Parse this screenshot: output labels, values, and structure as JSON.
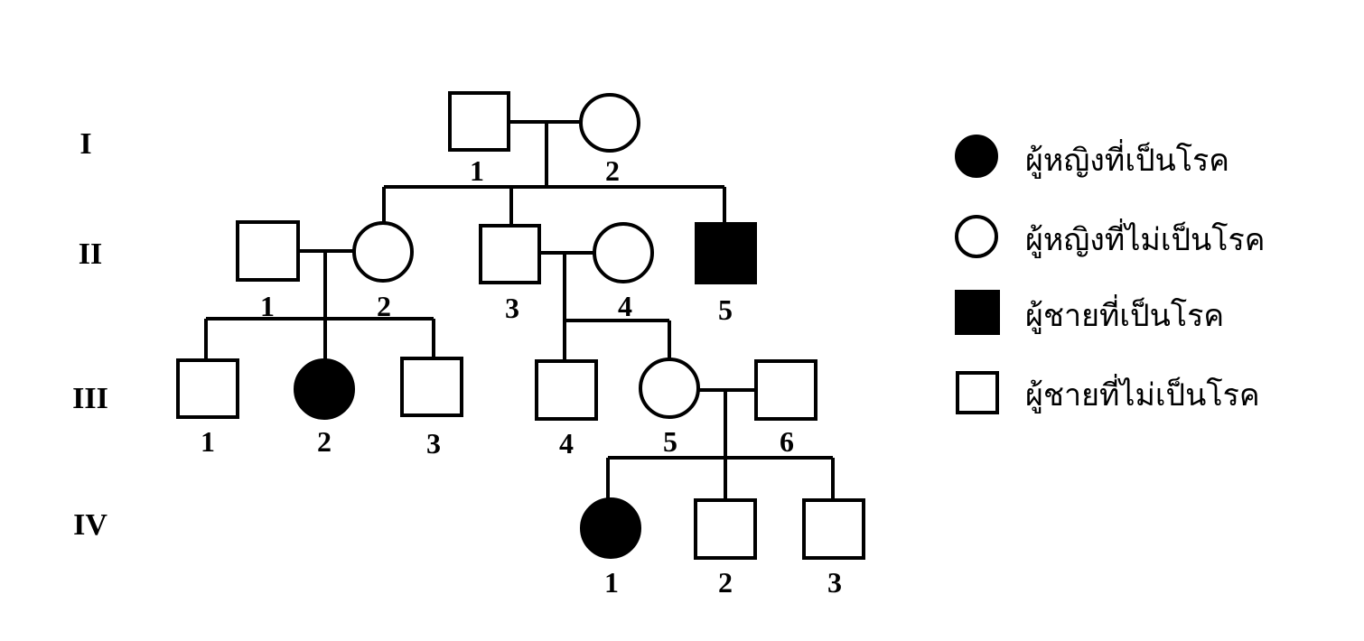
{
  "generations": [
    "I",
    "II",
    "III",
    "IV"
  ],
  "individuals": {
    "I": [
      {
        "n": "1",
        "sex": "male",
        "affected": false
      },
      {
        "n": "2",
        "sex": "female",
        "affected": false
      }
    ],
    "II": [
      {
        "n": "1",
        "sex": "male",
        "affected": false
      },
      {
        "n": "2",
        "sex": "female",
        "affected": false
      },
      {
        "n": "3",
        "sex": "male",
        "affected": false
      },
      {
        "n": "4",
        "sex": "female",
        "affected": false
      },
      {
        "n": "5",
        "sex": "male",
        "affected": true
      }
    ],
    "III": [
      {
        "n": "1",
        "sex": "male",
        "affected": false
      },
      {
        "n": "2",
        "sex": "female",
        "affected": true
      },
      {
        "n": "3",
        "sex": "male",
        "affected": false
      },
      {
        "n": "4",
        "sex": "male",
        "affected": false
      },
      {
        "n": "5",
        "sex": "female",
        "affected": false
      },
      {
        "n": "6",
        "sex": "male",
        "affected": false
      }
    ],
    "IV": [
      {
        "n": "1",
        "sex": "female",
        "affected": true
      },
      {
        "n": "2",
        "sex": "male",
        "affected": false
      },
      {
        "n": "3",
        "sex": "male",
        "affected": false
      }
    ]
  },
  "legend": [
    {
      "symbol": "filled-circle",
      "label": "ผู้หญิงที่เป็นโรค"
    },
    {
      "symbol": "open-circle",
      "label": "ผู้หญิงที่ไม่เป็นโรค"
    },
    {
      "symbol": "filled-square",
      "label": "ผู้ชายที่เป็นโรค"
    },
    {
      "symbol": "open-square",
      "label": "ผู้ชายที่ไม่เป็นโรค"
    }
  ]
}
